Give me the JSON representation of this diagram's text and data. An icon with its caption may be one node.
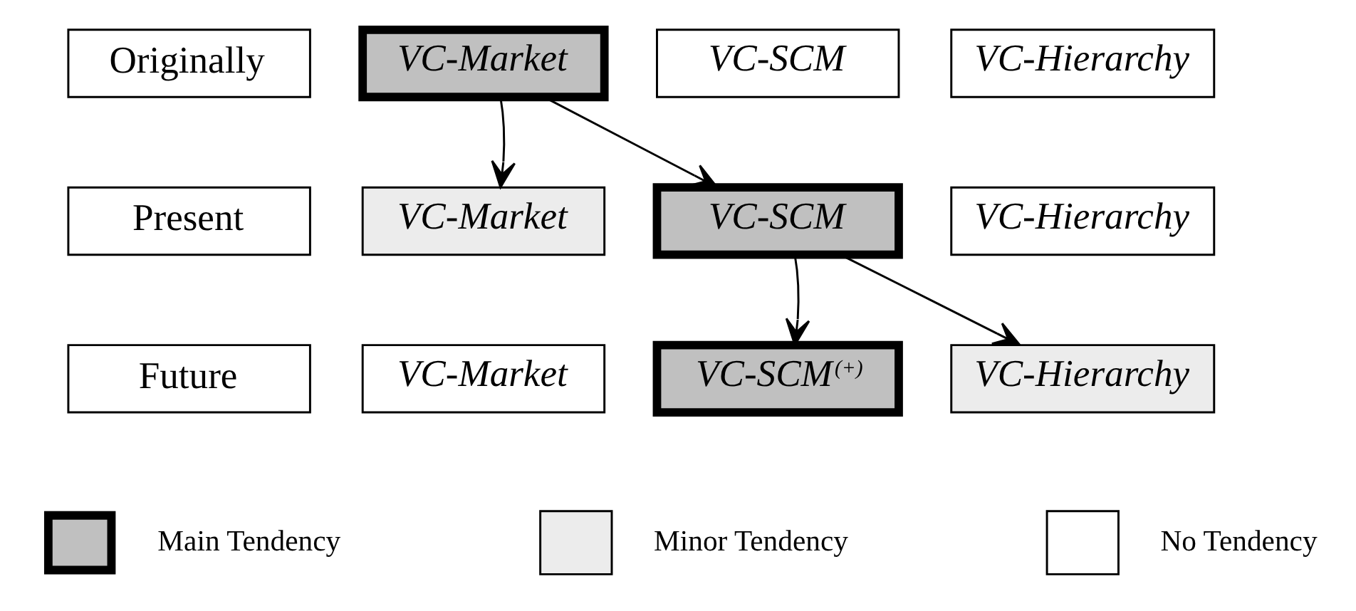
{
  "diagram": {
    "nodes": [
      {
        "text": [
          "Originally"
        ]
      },
      {
        "text": [
          "VC-Market"
        ]
      },
      {
        "text": [
          "VC-SCM"
        ]
      },
      {
        "text": [
          "VC-Hierarchy"
        ]
      },
      {
        "text": [
          "Present"
        ]
      },
      {
        "text": [
          "VC-Market"
        ]
      },
      {
        "text": [
          "VC-SCM"
        ]
      },
      {
        "text": [
          "VC-Hierarchy"
        ]
      },
      {
        "text": [
          "Future"
        ]
      },
      {
        "text": [
          "VC-Market"
        ]
      },
      {
        "text": [
          "VC-SCM$^{(+)}$"
        ]
      },
      {
        "text": [
          "VC-Hierarchy"
        ]
      }
    ],
    "edges": [
      {
        "from": 1,
        "to": 5,
        "arrow": "to"
      },
      {
        "from": 1,
        "to": 6,
        "arrow": "to"
      },
      {
        "from": 6,
        "to": 10,
        "arrow": "to"
      },
      {
        "from": 6,
        "to": 11,
        "arrow": "to"
      }
    ],
    "legend": [
      {
        "text": "Main Tendency",
        "color": "#c0c0c0"
      },
      {
        "text": "Minor Tendency",
        "color": "#ececec"
      },
      {
        "text": "No Tendency",
        "color": "#ffffff"
      }
    ]
  }
}
